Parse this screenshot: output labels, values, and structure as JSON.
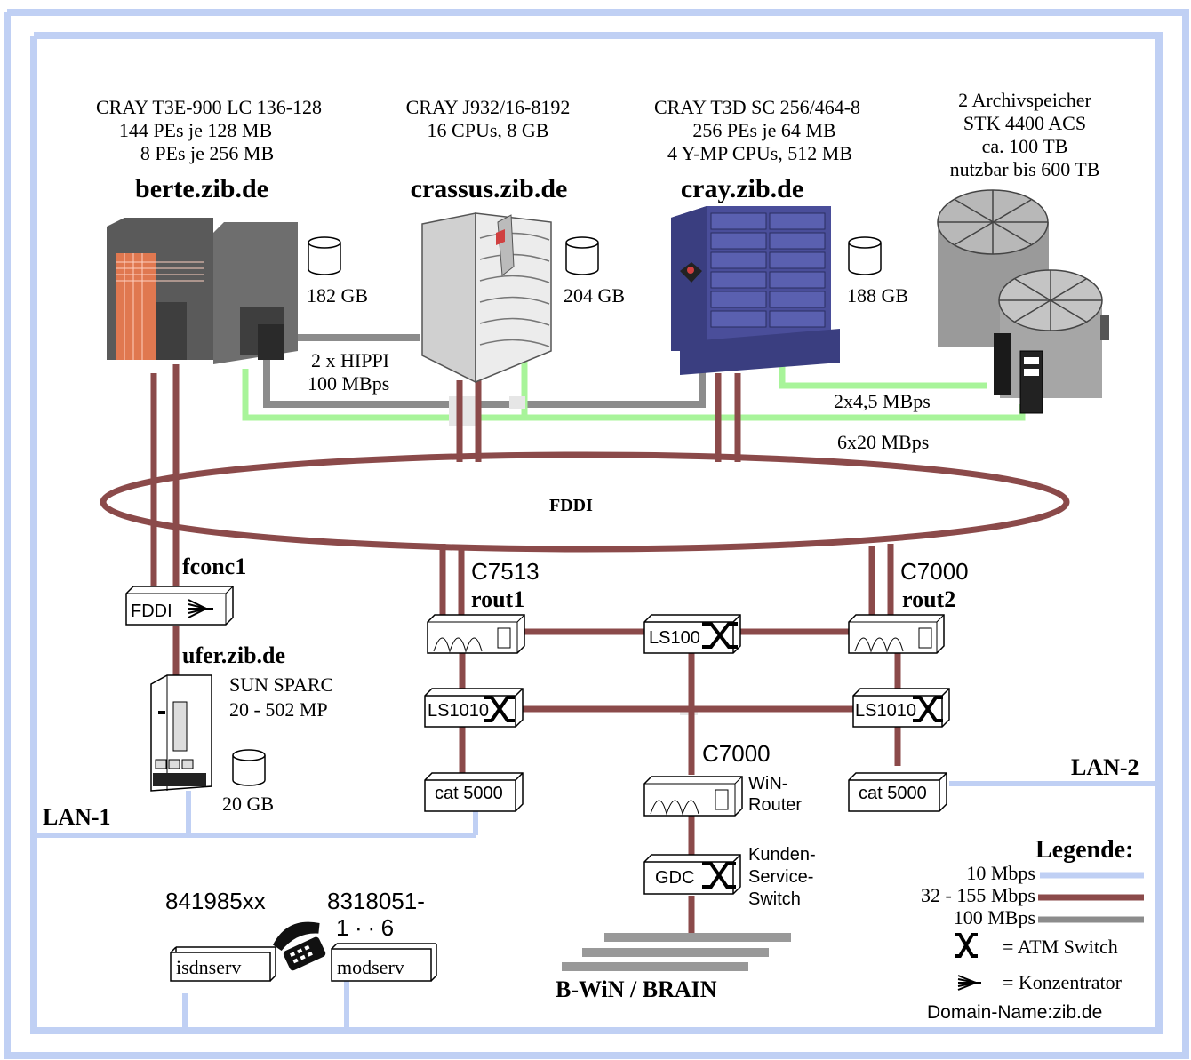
{
  "colors": {
    "lan_10": "#c0d0f4",
    "link_155": "#8b4a4a",
    "hippi_100": "#8c8c8c",
    "green_link": "#a8f49a",
    "cray_t3d": "#4a4e9a",
    "cray_t3e": "#5a5a5a",
    "j932": "#d9d9d9",
    "archive": "#a0a0a0"
  },
  "machines": {
    "berte": {
      "spec1": "CRAY T3E-900 LC 136-128",
      "spec2": "144 PEs je 128 MB",
      "spec3": "8 PEs je 256 MB",
      "name": "berte.zib.de",
      "disk": "182 GB"
    },
    "crassus": {
      "spec1": "CRAY J932/16-8192",
      "spec2": "16 CPUs, 8 GB",
      "name": "crassus.zib.de",
      "disk": "204 GB"
    },
    "cray": {
      "spec1": "CRAY T3D SC 256/464-8",
      "spec2": "256 PEs je 64 MB",
      "spec3": "4 Y-MP CPUs, 512 MB",
      "name": "cray.zib.de",
      "disk": "188 GB"
    },
    "archive": {
      "line1": "2 Archivspeicher",
      "line2": "STK 4400 ACS",
      "line3": "ca. 100 TB",
      "line4": "nutzbar bis 600 TB"
    },
    "ufer": {
      "name": "ufer.zib.de",
      "spec1": "SUN SPARC",
      "spec2": "20 - 502 MP",
      "disk": "20 GB"
    }
  },
  "links": {
    "hippi_1": "2 x HIPPI",
    "hippi_2": "100 MBps",
    "green_a": "2x4,5 MBps",
    "green_b": "6x20 MBps",
    "ring": "FDDI"
  },
  "devices": {
    "fconc_name": "fconc1",
    "fconc_box": "FDDI",
    "rout1_model": "C7513",
    "rout1_name": "rout1",
    "rout2_model": "C7000",
    "rout2_name": "rout2",
    "ls100": "LS100",
    "ls1010_left": "LS1010",
    "ls1010_right": "LS1010",
    "cat_left": "cat 5000",
    "cat_right": "cat 5000",
    "c7000_model": "C7000",
    "win_router_1": "WiN-",
    "win_router_2": "Router",
    "gdc": "GDC",
    "kunden_1": "Kunden-",
    "kunden_2": "Service-",
    "kunden_3": "Switch",
    "bwin": "B-WiN / BRAIN"
  },
  "lan": {
    "lan1": "LAN-1",
    "lan2": "LAN-2"
  },
  "dialin": {
    "isdn_number": "841985xx",
    "modem_number_1": "8318051-",
    "modem_number_2": "1 ∙ ∙ 6",
    "isdn_server": "isdnserv",
    "modem_server": "modserv"
  },
  "legend": {
    "title": "Legende:",
    "row1": "10 Mbps",
    "row2": "32 - 155 Mbps",
    "row3": "100 MBps",
    "row4": "= ATM Switch",
    "row5": "= Konzentrator",
    "domain": "Domain-Name:zib.de"
  }
}
